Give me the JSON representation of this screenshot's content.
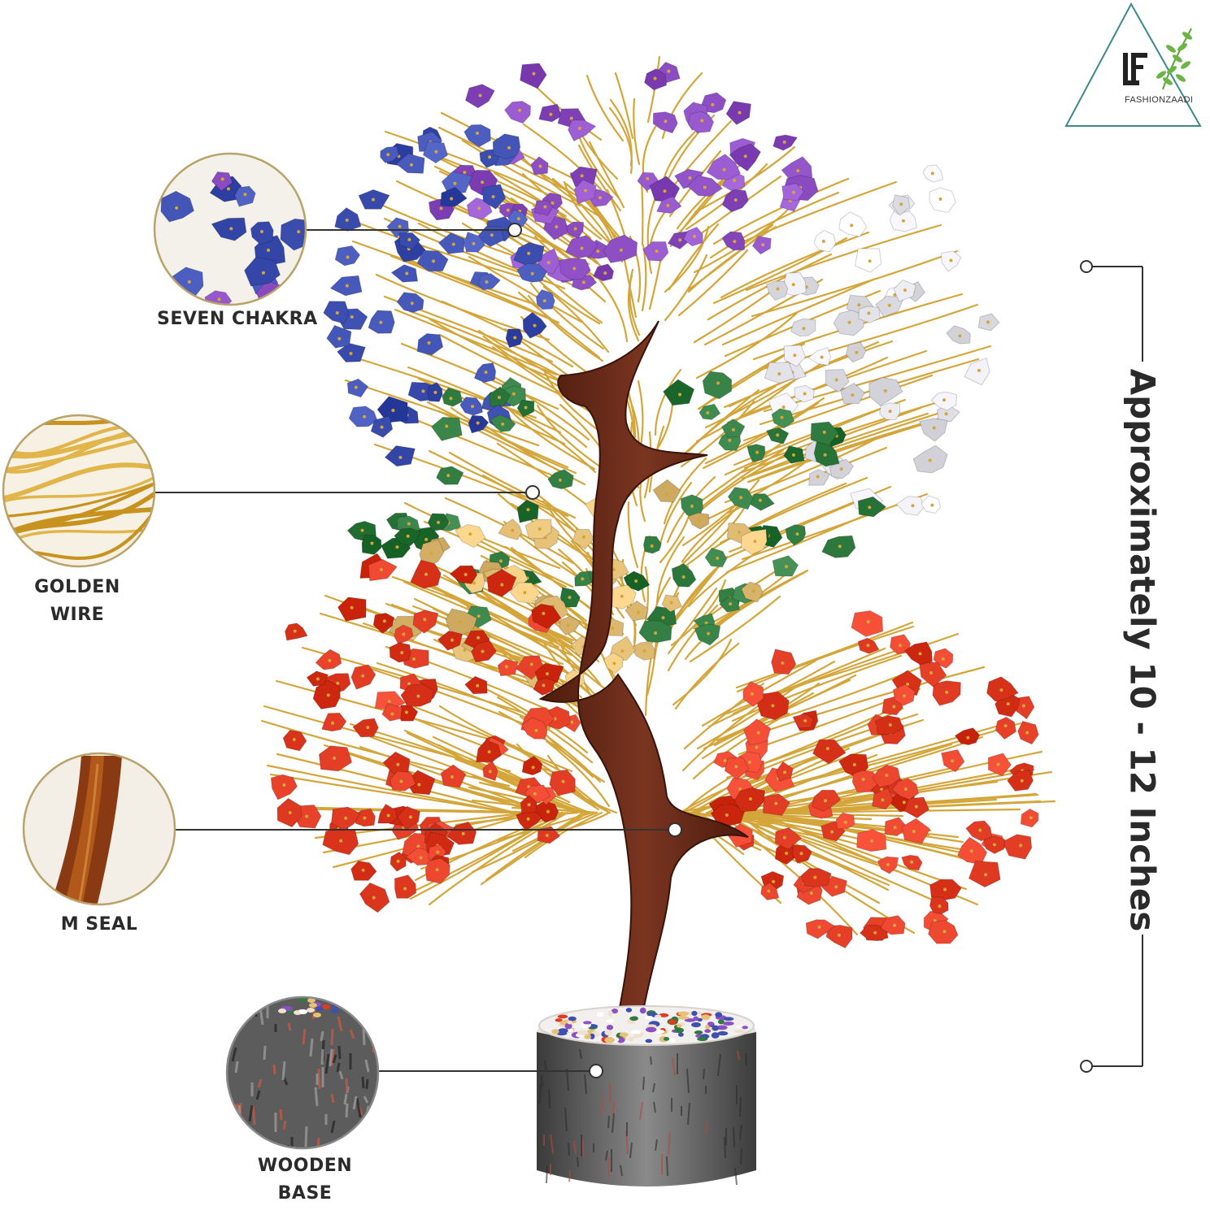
{
  "brand": {
    "name": "FASHIONZAADI",
    "logo_letters": "LF"
  },
  "callouts": [
    {
      "id": "seven-chakra",
      "lines": [
        "SEVEN CHAKRA"
      ]
    },
    {
      "id": "golden-wire",
      "lines": [
        "GOLDEN",
        "WIRE"
      ]
    },
    {
      "id": "m-seal",
      "lines": [
        "M SEAL"
      ]
    },
    {
      "id": "wooden-base",
      "lines": [
        "WOODEN",
        "BASE"
      ]
    }
  ],
  "dimension": {
    "text": "Approximately 10 - 12 Inches"
  },
  "colors": {
    "amethyst": "#8e4fc4",
    "lapis": "#3d4fb0",
    "clear_quartz": "#e8e8ee",
    "green_aventurine": "#2f7a3e",
    "citrine": "#e6c178",
    "carnelian": "#e03a22",
    "trunk": "#6b2a16",
    "gold": "#d4a63a",
    "base_wood": "#5a5a5a",
    "line": "#333333",
    "logo_teal": "#3b8a86"
  }
}
